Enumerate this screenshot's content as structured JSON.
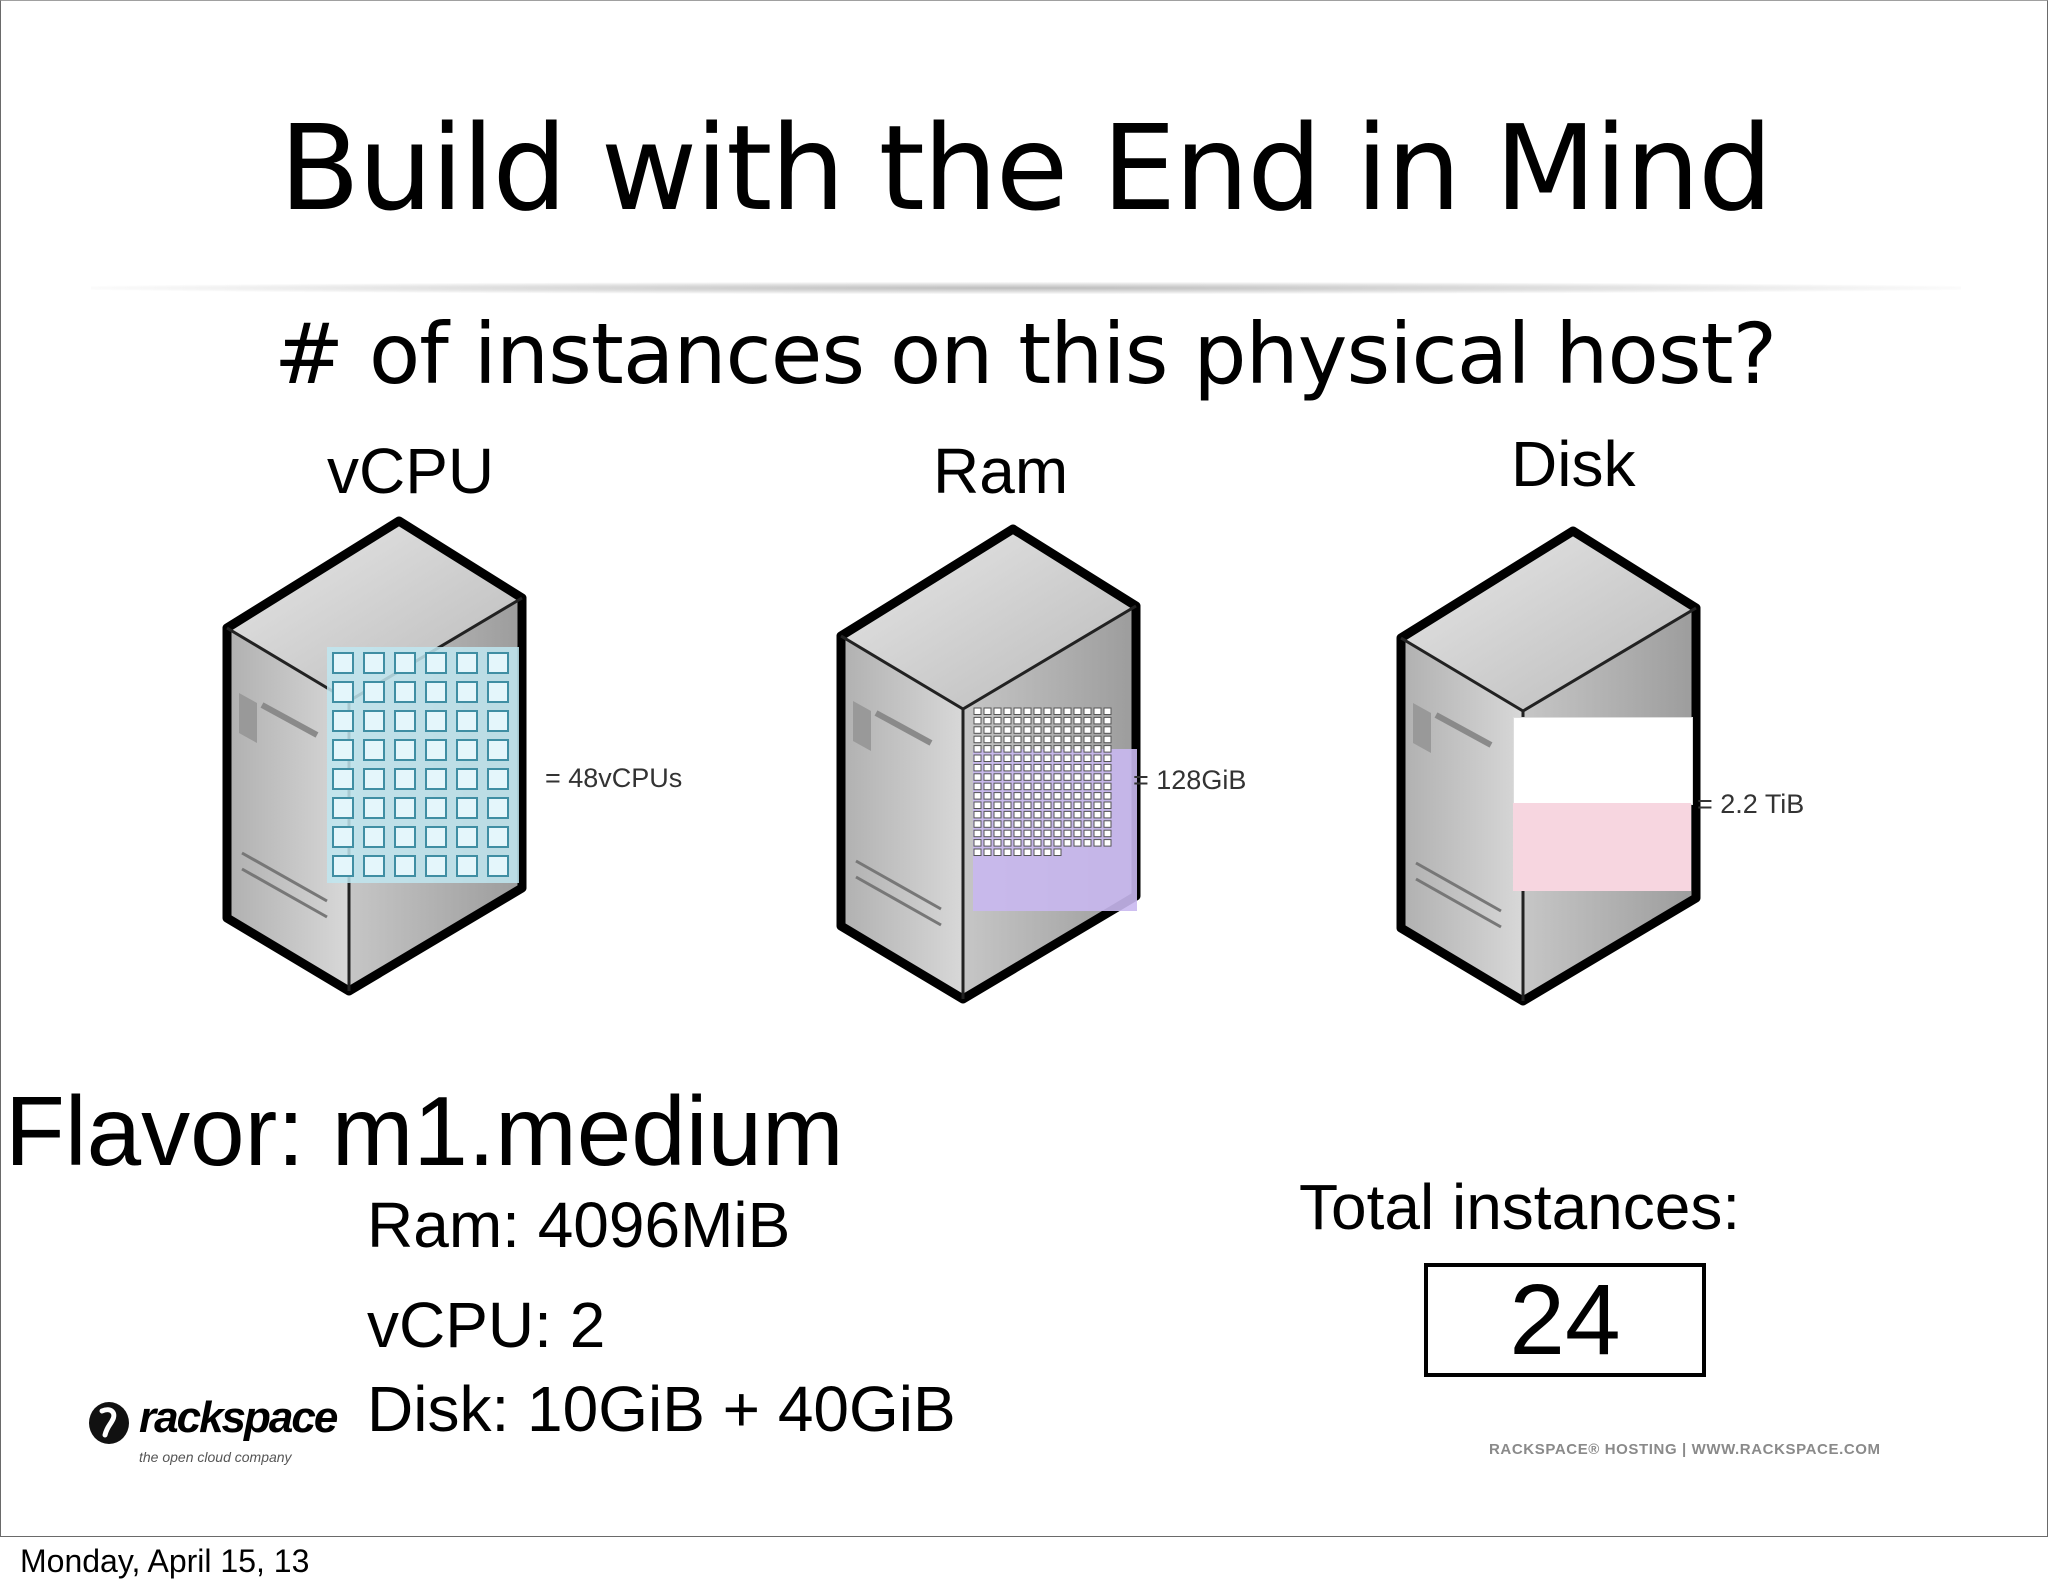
{
  "slide": {
    "title": "Build with the End in Mind",
    "subtitle": "# of instances on this physical host?",
    "columns": [
      {
        "label": "vCPU",
        "annotation": "= 48vCPUs"
      },
      {
        "label": "Ram",
        "annotation": "= 128GiB"
      },
      {
        "label": "Disk",
        "annotation": "= 2.2 TiB"
      }
    ],
    "flavor": {
      "text": "Flavor:  m1.medium",
      "ram": "Ram: 4096MiB",
      "vcpu": "vCPU: 2",
      "disk": "Disk: 10GiB + 40GiB"
    },
    "total": {
      "label": "Total instances:",
      "value": "24"
    },
    "logo": {
      "name": "rackspace",
      "tagline": "the open cloud company"
    },
    "footer": "RACKSPACE® HOSTING   |   WWW.RACKSPACE.COM"
  },
  "date": "Monday, April 15, 13",
  "colors": {
    "cpu_highlight": "#bfe6f0",
    "ram_highlight": "#c9b8f0",
    "disk_highlight": "#f7d6e0",
    "server_body": "#cfcfcf"
  }
}
